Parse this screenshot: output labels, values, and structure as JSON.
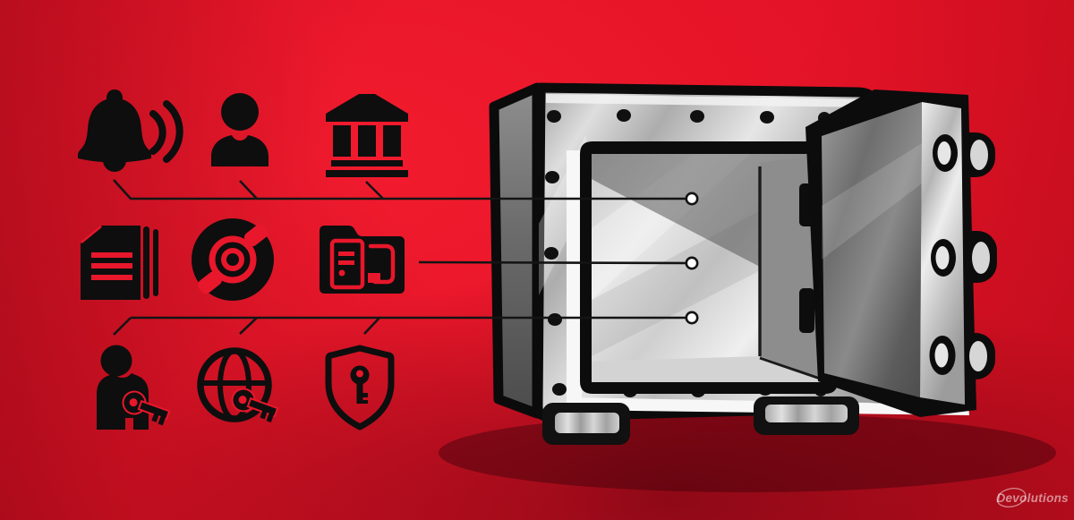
{
  "brand": {
    "watermark_text": "Devolutions"
  },
  "palette": {
    "background_red": "#e61628",
    "accent_red": "#e8172b",
    "deep_red_shadow": "#5f040e",
    "icon_black": "#0e0e0e",
    "line_black": "#141414",
    "dot_white": "#ffffff",
    "outline_black": "#0b0b0b",
    "watermark_white": "#ffffff",
    "vault_light_gray": "#cdcdcd",
    "vault_mid_gray": "#9a9a9a",
    "vault_dark_gray": "#5f5f5f",
    "highlight_white": "#f4f4f4"
  },
  "icons": {
    "rows": [
      [
        "alarm-bell",
        "person",
        "bank"
      ],
      [
        "documents",
        "optical-disc",
        "devices-folder"
      ],
      [
        "person-key",
        "globe-key",
        "shield-key"
      ]
    ]
  },
  "connectors": {
    "count": 3,
    "style": "black line ending in white dot inside open vault"
  }
}
